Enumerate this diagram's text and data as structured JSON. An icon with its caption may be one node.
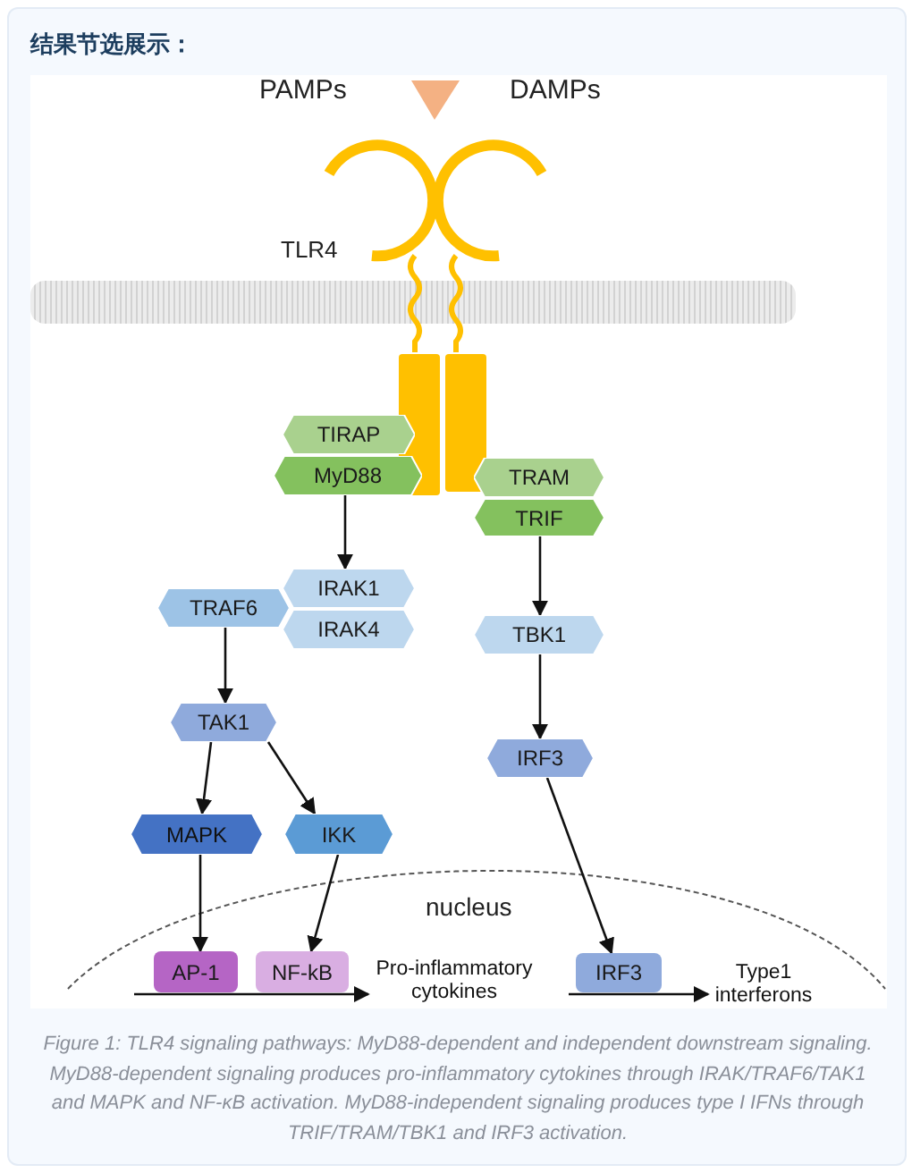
{
  "diagram": {
    "title": "结果节选展示：",
    "nodes": [
      {
        "text": [
          "TIRAP"
        ]
      },
      {
        "text": [
          "MyD88"
        ]
      },
      {
        "text": [
          "TRAM"
        ]
      },
      {
        "text": [
          "TRIF"
        ]
      },
      {
        "text": [
          "IRAK1"
        ]
      },
      {
        "text": [
          "IRAK4"
        ]
      },
      {
        "text": [
          "TRAF6"
        ]
      },
      {
        "text": [
          "TBK1"
        ]
      },
      {
        "text": [
          "TAK1"
        ]
      },
      {
        "text": [
          "IRF3"
        ]
      },
      {
        "text": [
          "MAPK"
        ]
      },
      {
        "text": [
          "IKK"
        ]
      },
      {
        "text": [
          "AP-1"
        ]
      },
      {
        "text": [
          "NF-kB"
        ]
      },
      {
        "text": [
          "IRF3"
        ]
      },
      {
        "text": [
          "Pro-inflammatory cytokines"
        ]
      },
      {
        "text": [
          "Type1 interferons"
        ]
      }
    ],
    "edges": [
      {
        "from": 1,
        "to": 4,
        "arrow": "to"
      },
      {
        "from": 6,
        "to": 8,
        "arrow": "to"
      },
      {
        "from": 8,
        "to": 10,
        "arrow": "to"
      },
      {
        "from": 8,
        "to": 11,
        "arrow": "to"
      },
      {
        "from": 3,
        "to": 7,
        "arrow": "to"
      },
      {
        "from": 7,
        "to": 9,
        "arrow": "to"
      },
      {
        "from": 10,
        "to": 12,
        "arrow": "to"
      },
      {
        "from": 11,
        "to": 13,
        "arrow": "to"
      },
      {
        "from": 9,
        "to": 14,
        "arrow": "to"
      },
      {
        "from": 12,
        "to": 15,
        "arrow": "to"
      },
      {
        "from": 14,
        "to": 16,
        "arrow": "to"
      }
    ],
    "labels": [
      "PAMPs",
      "DAMPs",
      "TLR4",
      "nucleus"
    ],
    "caption": "Figure 1: TLR4 signaling pathways: MyD88-dependent and independent downstream signaling. MyD88-dependent signaling produces pro-inflammatory cytokines through IRAK/TRAF6/TAK1 and MAPK and NF-κB activation. MyD88-independent signaling produces type I IFNs through TRIF/TRAM/TBK1 and IRF3 activation."
  }
}
